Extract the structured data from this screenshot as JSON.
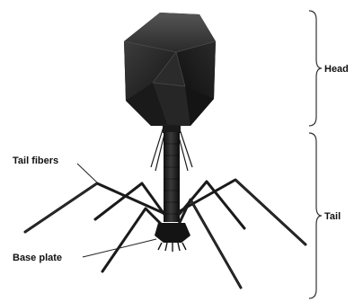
{
  "labels": {
    "head": "Head",
    "tail": "Tail",
    "tail_fibers": "Tail fibers",
    "base_plate": "Base plate"
  },
  "colors": {
    "background": "#ffffff",
    "ink": "#111111",
    "capsid_dark": "#1c1c1c",
    "capsid_mid": "#2e2e2e",
    "capsid_light": "#4a4a4a",
    "fiber": "#1a1a1a",
    "bracket": "#333333"
  }
}
